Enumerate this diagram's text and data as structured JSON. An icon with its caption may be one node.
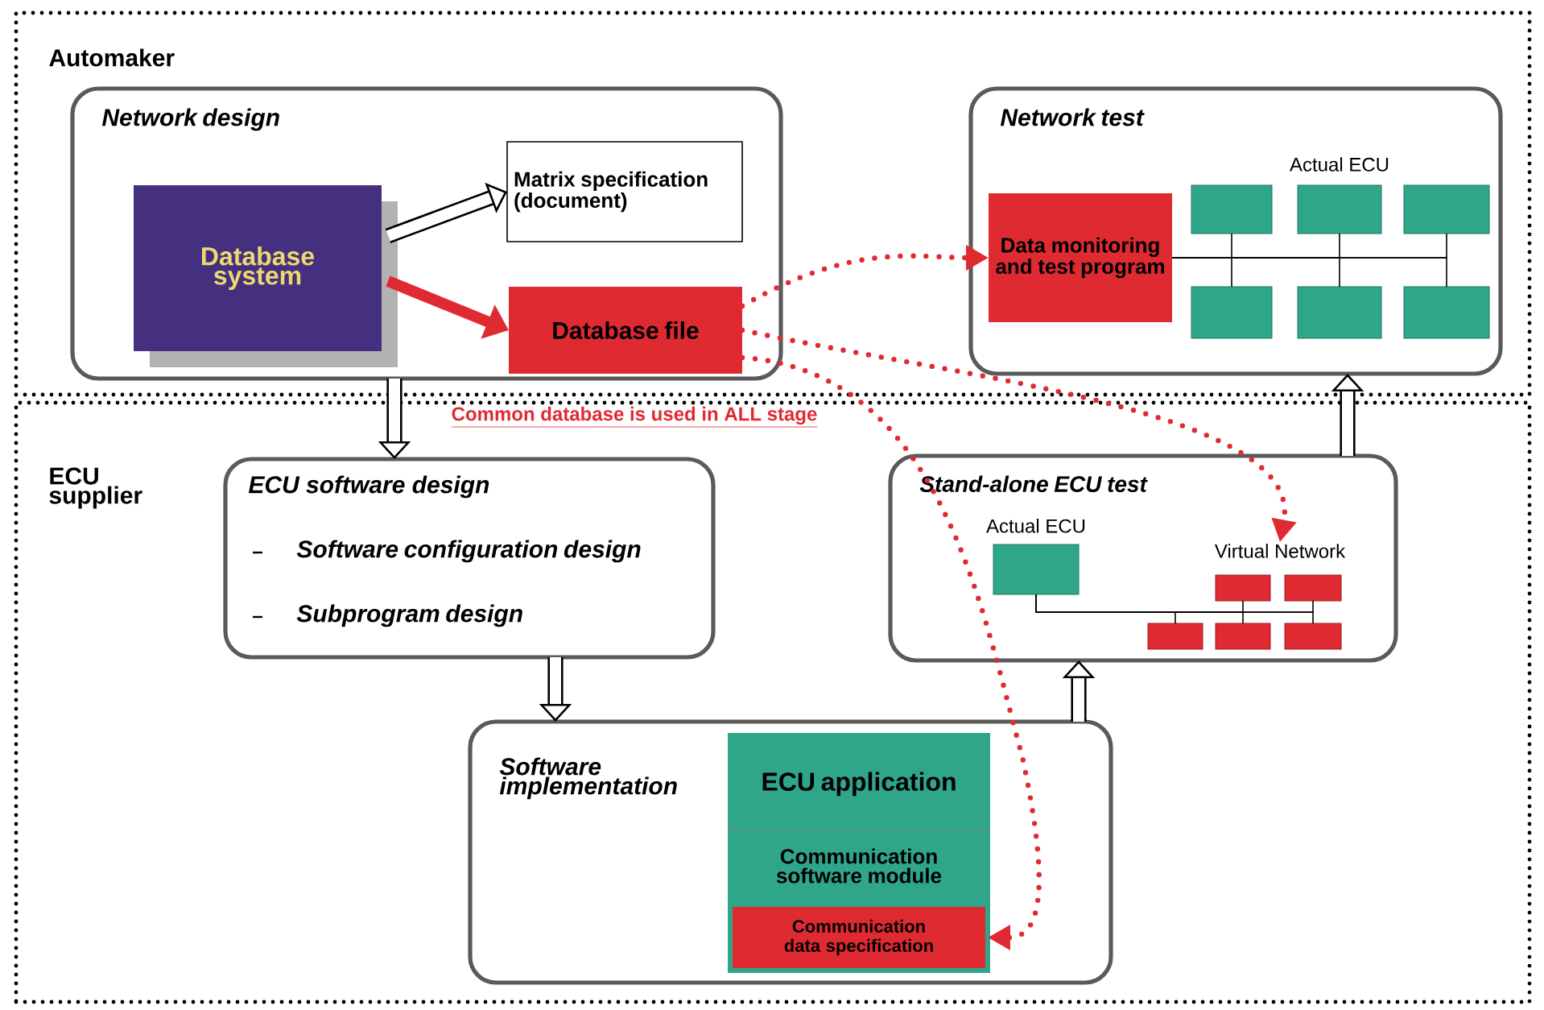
{
  "diagram": {
    "nodes": [
      {
        "text": [
          "Automaker"
        ]
      },
      {
        "text": [
          "Network design"
        ],
        "in": 0
      },
      {
        "text": [
          "Database system"
        ],
        "in": 1
      },
      {
        "text": [
          "Matrix specification (document)"
        ],
        "in": 1
      },
      {
        "text": [
          "Database file"
        ],
        "in": 1
      },
      {
        "text": [
          "Network test"
        ],
        "in": 0
      },
      {
        "text": [
          "Data monitoring and test program"
        ],
        "in": 5
      },
      {
        "text": [],
        "shape": "box",
        "in": 5
      },
      {
        "text": [],
        "shape": "box",
        "in": 5
      },
      {
        "text": [],
        "shape": "box",
        "in": 5
      },
      {
        "text": [],
        "shape": "box",
        "in": 5
      },
      {
        "text": [],
        "shape": "box",
        "in": 5
      },
      {
        "text": [],
        "shape": "box",
        "in": 5
      },
      {
        "text": [
          "ECU supplier"
        ]
      },
      {
        "text": [
          "ECU software design",
          "Software configuration design",
          "Subprogram design"
        ],
        "in": 13
      },
      {
        "text": [
          "Stand-alone ECU test"
        ],
        "in": 13
      },
      {
        "text": [],
        "shape": "box",
        "beside": [
          "Actual ECU"
        ],
        "in": 15
      },
      {
        "text": [
          "Virtual Network"
        ],
        "in": 15
      },
      {
        "text": [],
        "shape": "box",
        "in": 15
      },
      {
        "text": [],
        "shape": "box",
        "in": 15
      },
      {
        "text": [],
        "shape": "box",
        "in": 15
      },
      {
        "text": [],
        "shape": "box",
        "in": 15
      },
      {
        "text": [],
        "shape": "box",
        "in": 15
      },
      {
        "text": [
          "Software implementation"
        ],
        "in": 13
      },
      {
        "text": [
          "ECU application"
        ],
        "in": 23
      },
      {
        "text": [
          "Communication software module"
        ],
        "in": 23
      },
      {
        "text": [
          "Communication data specification"
        ],
        "in": 23
      }
    ],
    "edges": [
      {
        "from": 2,
        "to": 3,
        "arrow": "to",
        "style": "thick"
      },
      {
        "from": 2,
        "to": 4,
        "arrow": "to",
        "style": "thick",
        "color": "#e02a32"
      },
      {
        "from": 4,
        "to": 6,
        "arrow": "to",
        "style": "dashed",
        "color": "#e02a32"
      },
      {
        "from": 4,
        "to": 17,
        "arrow": "to",
        "style": "dashed",
        "color": "#e02a32"
      },
      {
        "from": 4,
        "to": 26,
        "arrow": "to",
        "style": "dashed",
        "color": "#e02a32"
      },
      {
        "from": 1,
        "to": 14,
        "arrow": "to",
        "style": "thick"
      },
      {
        "from": 14,
        "to": 23,
        "arrow": "to",
        "style": "thick"
      },
      {
        "from": 23,
        "to": 15,
        "arrow": "to",
        "style": "thick"
      },
      {
        "from": 15,
        "to": 5,
        "arrow": "to",
        "style": "thick"
      },
      {
        "from": 6,
        "to": 7,
        "arrow": "none"
      },
      {
        "from": 6,
        "to": 8,
        "arrow": "none"
      },
      {
        "from": 6,
        "to": 9,
        "arrow": "none"
      },
      {
        "from": 6,
        "to": 10,
        "arrow": "none"
      },
      {
        "from": 6,
        "to": 11,
        "arrow": "none"
      },
      {
        "from": 6,
        "to": 12,
        "arrow": "none"
      },
      {
        "from": 16,
        "to": 18,
        "arrow": "none"
      },
      {
        "from": 16,
        "to": 19,
        "arrow": "none"
      },
      {
        "from": 16,
        "to": 20,
        "arrow": "none"
      },
      {
        "from": 16,
        "to": 21,
        "arrow": "none"
      },
      {
        "from": 16,
        "to": 22,
        "arrow": "none"
      }
    ],
    "labels": [
      "Actual ECU",
      "Common database is used in ALL stage"
    ]
  }
}
